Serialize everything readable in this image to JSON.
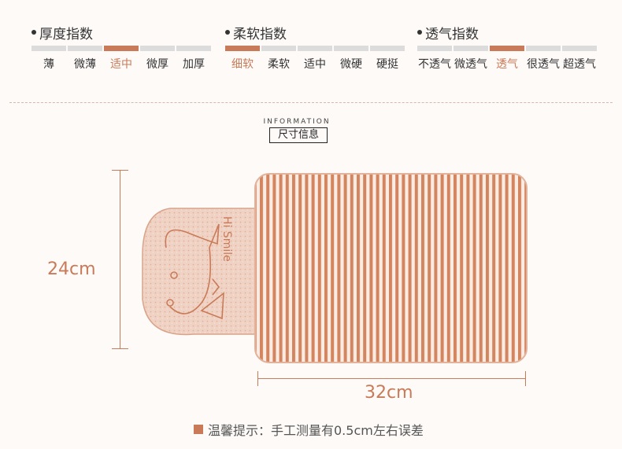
{
  "thickness": {
    "title": "厚度指数",
    "levels": [
      "薄",
      "微薄",
      "适中",
      "微厚",
      "加厚"
    ],
    "active_index": 2
  },
  "softness": {
    "title": "柔软指数",
    "levels": [
      "细软",
      "柔软",
      "适中",
      "微硬",
      "硬挺"
    ],
    "active_index": 0
  },
  "breathability": {
    "title": "透气指数",
    "levels": [
      "不透气",
      "微透气",
      "透气",
      "很透气",
      "超透气"
    ],
    "active_index": 2
  },
  "info": {
    "en": "INFORMATION",
    "zh": "尺寸信息"
  },
  "dimensions": {
    "height": "24cm",
    "width": "32cm"
  },
  "product": {
    "print_text": "Hi Smile"
  },
  "note": "温馨提示：手工测量有0.5cm左右误差",
  "colors": {
    "accent": "#c97a58",
    "bar_inactive": "#dcdcdc",
    "stripe": "#d2855f"
  }
}
